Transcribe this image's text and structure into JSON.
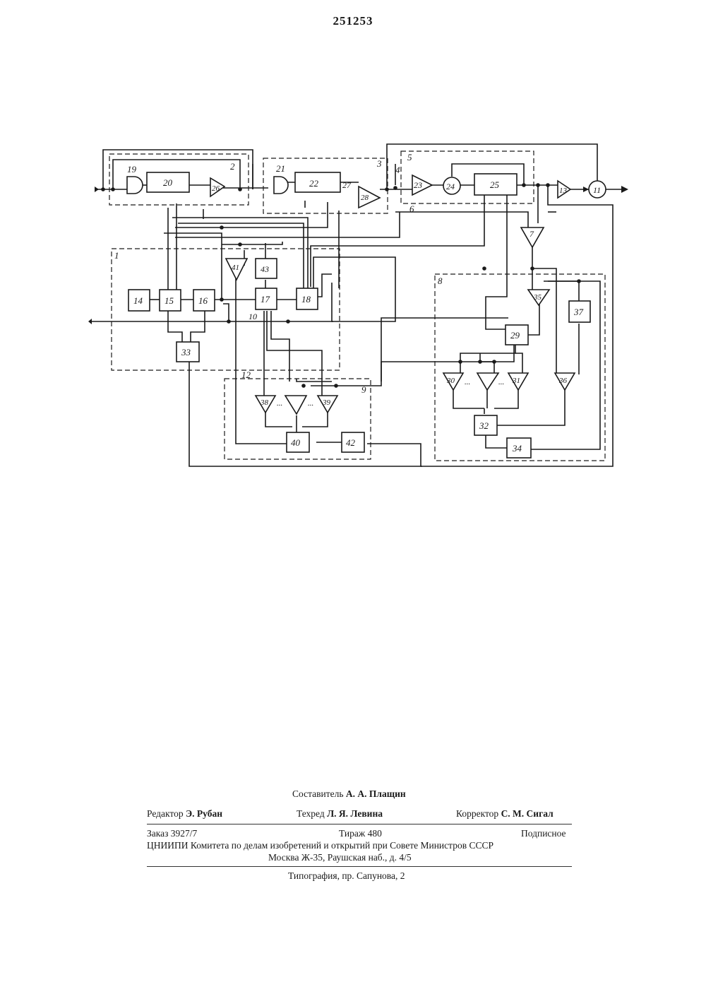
{
  "header": {
    "doc_number": "251253"
  },
  "diagram": {
    "blocks": [
      "1",
      "2",
      "3",
      "4",
      "5",
      "6",
      "7",
      "8",
      "9",
      "10",
      "11",
      "12",
      "13",
      "14",
      "15",
      "16",
      "17",
      "18",
      "19",
      "20",
      "21",
      "22",
      "23",
      "24",
      "25",
      "26",
      "27",
      "28",
      "29",
      "30",
      "31",
      "32",
      "33",
      "34",
      "35",
      "36",
      "37",
      "38",
      "39",
      "40",
      "41",
      "42",
      "43"
    ],
    "ellipsis": "..."
  },
  "imprint": {
    "compiler_label": "Составитель",
    "compiler_name": "А. А. Плащин",
    "editor_label": "Редактор",
    "editor_name": "Э. Рубан",
    "techred_label": "Техред",
    "techred_name": "Л. Я. Левина",
    "corrector_label": "Корректор",
    "corrector_name": "С. М. Сигал",
    "order": "Заказ 3927/7",
    "circulation": "Тираж 480",
    "subscription": "Подписное",
    "org": "ЦНИИПИ Комитета по делам изобретений и открытий при Совете Министров СССР",
    "address": "Москва Ж-35, Раушская наб., д. 4/5",
    "printer": "Типография, пр. Сапунова, 2"
  }
}
